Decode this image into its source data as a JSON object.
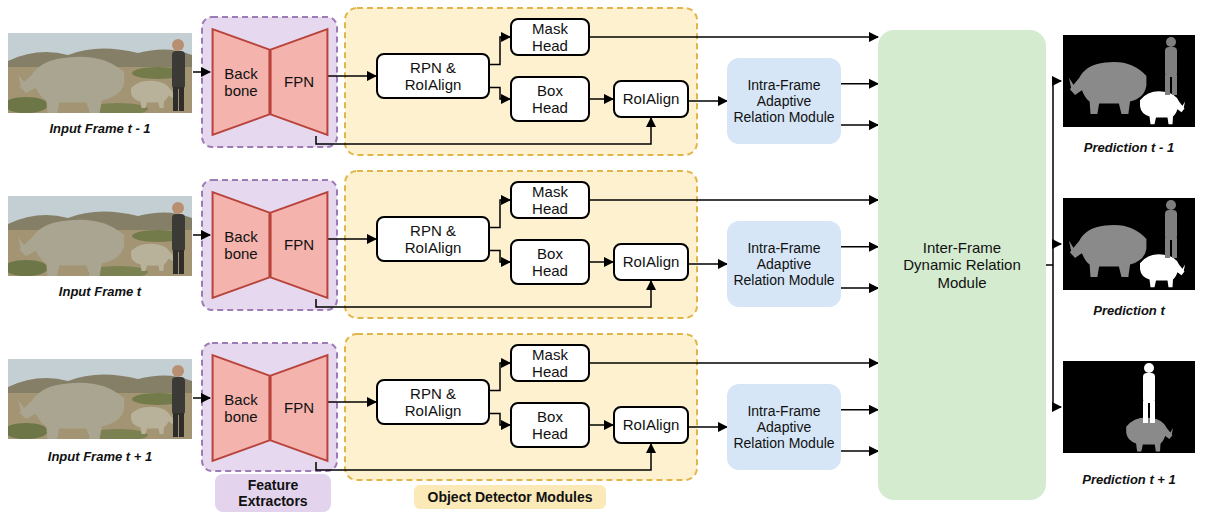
{
  "diagram": {
    "nodes": [
      {
        "text": [
          "Back bone"
        ]
      },
      {
        "text": [
          "FPN"
        ]
      },
      {
        "text": [
          "RPN & RoIAlign"
        ]
      },
      {
        "text": [
          "Mask Head"
        ]
      },
      {
        "text": [
          "Box Head"
        ]
      },
      {
        "text": [
          "RoIAlign"
        ]
      },
      {
        "text": [
          "Intra-Frame Adaptive Relation Module"
        ]
      },
      {
        "text": [
          "Back bone"
        ]
      },
      {
        "text": [
          "FPN"
        ]
      },
      {
        "text": [
          "RPN & RoIAlign"
        ]
      },
      {
        "text": [
          "Mask Head"
        ]
      },
      {
        "text": [
          "Box Head"
        ]
      },
      {
        "text": [
          "RoIAlign"
        ]
      },
      {
        "text": [
          "Intra-Frame Adaptive Relation Module"
        ]
      },
      {
        "text": [
          "Back bone"
        ]
      },
      {
        "text": [
          "FPN"
        ]
      },
      {
        "text": [
          "RPN & RoIAlign"
        ]
      },
      {
        "text": [
          "Mask Head"
        ]
      },
      {
        "text": [
          "Box Head"
        ]
      },
      {
        "text": [
          "RoIAlign"
        ]
      },
      {
        "text": [
          "Intra-Frame Adaptive Relation Module"
        ]
      },
      {
        "text": [
          "Inter-Frame Dynamic Relation Module"
        ]
      },
      {
        "text": [
          "Feature Extractors"
        ]
      },
      {
        "text": [
          "Object Detector Modules"
        ]
      }
    ],
    "edges": [
      {
        "from": 1,
        "to": 2,
        "arrow": "to"
      },
      {
        "from": 2,
        "to": 3,
        "arrow": "to"
      },
      {
        "from": 2,
        "to": 4,
        "arrow": "to"
      },
      {
        "from": 4,
        "to": 5,
        "arrow": "to"
      },
      {
        "from": 1,
        "to": 5,
        "arrow": "to"
      },
      {
        "from": 5,
        "to": 6,
        "arrow": "to"
      },
      {
        "from": 3,
        "to": 21,
        "arrow": "to"
      },
      {
        "from": 6,
        "to": 21,
        "arrow": "to"
      },
      {
        "from": 6,
        "to": 21,
        "arrow": "to"
      },
      {
        "from": 8,
        "to": 9,
        "arrow": "to"
      },
      {
        "from": 9,
        "to": 10,
        "arrow": "to"
      },
      {
        "from": 9,
        "to": 11,
        "arrow": "to"
      },
      {
        "from": 11,
        "to": 12,
        "arrow": "to"
      },
      {
        "from": 8,
        "to": 12,
        "arrow": "to"
      },
      {
        "from": 12,
        "to": 13,
        "arrow": "to"
      },
      {
        "from": 10,
        "to": 21,
        "arrow": "to"
      },
      {
        "from": 13,
        "to": 21,
        "arrow": "to"
      },
      {
        "from": 13,
        "to": 21,
        "arrow": "to"
      },
      {
        "from": 15,
        "to": 16,
        "arrow": "to"
      },
      {
        "from": 16,
        "to": 17,
        "arrow": "to"
      },
      {
        "from": 16,
        "to": 18,
        "arrow": "to"
      },
      {
        "from": 18,
        "to": 19,
        "arrow": "to"
      },
      {
        "from": 15,
        "to": 19,
        "arrow": "to"
      },
      {
        "from": 19,
        "to": 20,
        "arrow": "to"
      },
      {
        "from": 17,
        "to": 21,
        "arrow": "to"
      },
      {
        "from": 20,
        "to": 21,
        "arrow": "to"
      },
      {
        "from": 20,
        "to": 21,
        "arrow": "to"
      }
    ],
    "labels": [
      "Input Frame t - 1",
      "Input Frame t",
      "Input Frame t + 1",
      "Prediction t - 1",
      "Prediction t",
      "Prediction t + 1"
    ]
  }
}
